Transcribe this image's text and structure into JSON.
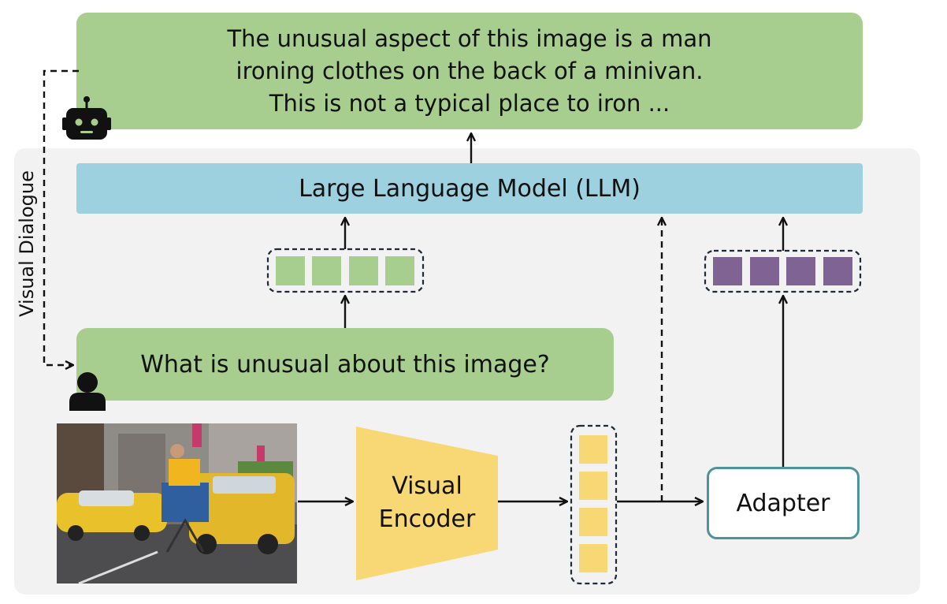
{
  "answer": {
    "line1": "The unusual aspect of this image is a man",
    "line2": "ironing clothes on the back of a minivan.",
    "line3": "This is not a typical place to iron ..."
  },
  "llm": {
    "label": "Large Language Model (LLM)"
  },
  "question": {
    "text": "What is unusual about this image?"
  },
  "side_label": "Visual Dialogue",
  "encoder": {
    "line1": "Visual",
    "line2": "Encoder"
  },
  "adapter": {
    "label": "Adapter"
  },
  "colors": {
    "text_token": "#a8ce8f",
    "visual_token": "#f8d775",
    "adapted_token": "#7e6393",
    "llm": "#9ed1e0",
    "adapter_border": "#4f9297"
  }
}
